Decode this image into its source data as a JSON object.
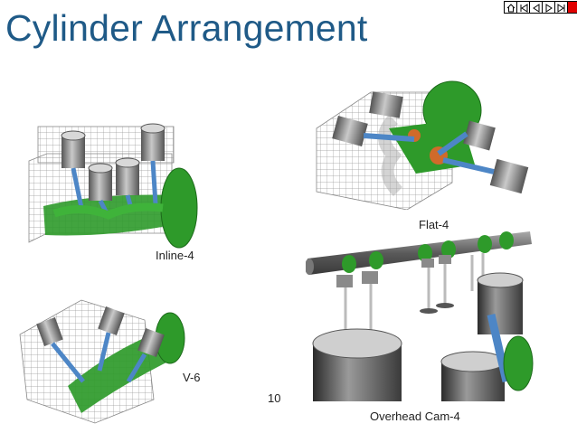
{
  "slide": {
    "title": "Cylinder Arrangement",
    "page_number": "10"
  },
  "nav": {
    "buttons": [
      "home-icon",
      "first-icon",
      "previous-icon",
      "next-icon",
      "last-icon",
      "stop-icon"
    ]
  },
  "figures": {
    "inline4": {
      "label": "Inline-4"
    },
    "v6": {
      "label": "V-6"
    },
    "flat4": {
      "label": "Flat-4"
    },
    "ohc": {
      "label": "Overhead Cam-4"
    }
  },
  "colors": {
    "title": "#1f5a87",
    "engine_green": "#2e9a2a",
    "piston_gray": "#8a8a8a",
    "rod_blue": "#4d86c6",
    "wire_gray": "#9a9a9a",
    "stop_red": "#e00000"
  }
}
